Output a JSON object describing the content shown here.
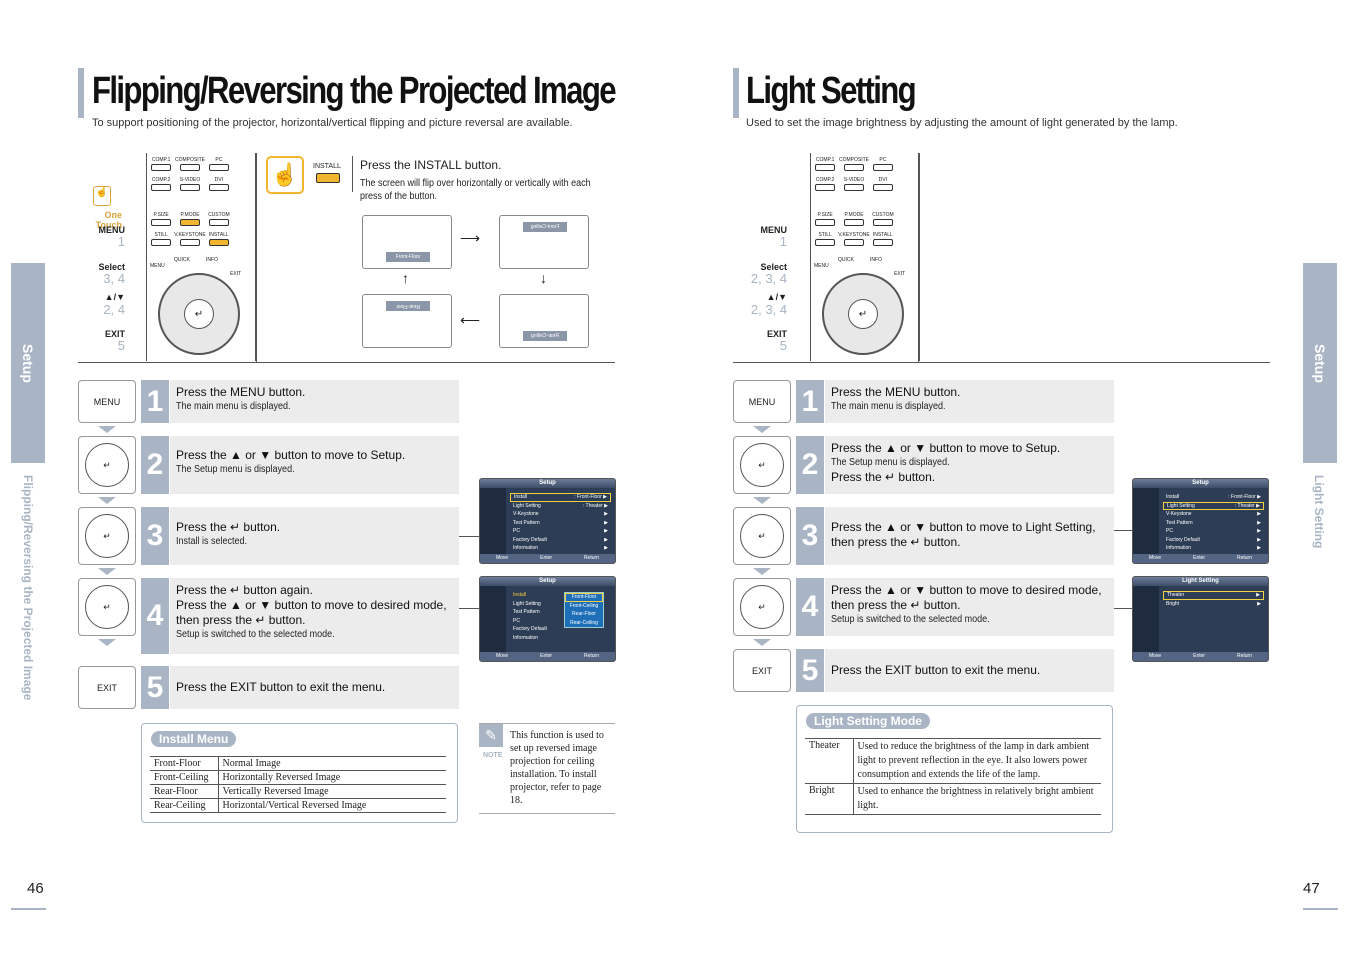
{
  "left": {
    "title": "Flipping/Reversing the Projected Image",
    "subtitle": "To support positioning of the projector, horizontal/vertical flipping and picture reversal are available.",
    "side_tab": "Setup",
    "side_vert": "Flipping/Reversing the Projected Image",
    "page_number": "46",
    "one_touch": "One Touch",
    "remote_labels": {
      "menu": "MENU",
      "menu_num": "1",
      "select": "Select",
      "select_num": "3, 4",
      "updown": "▲/▼",
      "updown_num": "2, 4",
      "exit": "EXIT",
      "exit_num": "5"
    },
    "install_box": {
      "button_label": "INSTALL",
      "main": "Press the INSTALL button.",
      "sub": "The screen will flip over horizontally or vertically with each press of the button.",
      "screens": [
        "Front-Floor",
        "Front-Ceiling",
        "Rear-Floor",
        "Rear-Ceiling"
      ]
    },
    "steps": [
      {
        "num": "1",
        "icon": "MENU",
        "main": "Press the MENU button.",
        "sub": "The main menu is displayed."
      },
      {
        "num": "2",
        "icon": "",
        "main": "Press the ▲ or ▼ button to move to Setup.",
        "sub": "The Setup menu is displayed."
      },
      {
        "num": "3",
        "icon": "",
        "main": "Press the ↵ button.",
        "sub": "Install is selected."
      },
      {
        "num": "4",
        "icon": "",
        "main": "Press the ↵ button again.",
        "main2": "Press the ▲ or ▼ button to move to desired mode, then press the ↵ button.",
        "sub": "Setup is switched to the selected mode."
      },
      {
        "num": "5",
        "icon": "EXIT",
        "main": "Press the EXIT button to exit the menu.",
        "sub": ""
      }
    ],
    "osd1": {
      "title": "Setup",
      "rows": [
        {
          "k": "Install",
          "v": ": Front-Floor ▶"
        },
        {
          "k": "Light Setting",
          "v": ": Theater ▶"
        },
        {
          "k": "V-Keystone",
          "v": "▶"
        },
        {
          "k": "Test Pattern",
          "v": "▶"
        },
        {
          "k": "PC",
          "v": "▶"
        },
        {
          "k": "Factory Default",
          "v": "▶"
        },
        {
          "k": "Information",
          "v": "▶"
        }
      ],
      "foot": [
        "Move",
        "Enter",
        "Return"
      ]
    },
    "osd2": {
      "title": "Setup",
      "rows": [
        "Install",
        "Light Setting",
        "Test Pattern",
        "PC",
        "Factory Default",
        "Information"
      ],
      "options": [
        "Front-Floor",
        "Front-Ceiling",
        "Rear-Floor",
        "Rear-Ceiling"
      ],
      "foot": [
        "Move",
        "Enter",
        "Return"
      ]
    },
    "table": {
      "tag": "Install Menu",
      "rows": [
        {
          "k": "Front-Floor",
          "v": "Normal Image"
        },
        {
          "k": "Front-Ceiling",
          "v": "Horizontally Reversed Image"
        },
        {
          "k": "Rear-Floor",
          "v": "Vertically Reversed Image"
        },
        {
          "k": "Rear-Ceiling",
          "v": "Horizontal/Vertical Reversed Image"
        }
      ]
    },
    "note_label": "NOTE",
    "note": "This function is used to set up reversed image projection for ceiling installation. To install projector, refer to page 18."
  },
  "right": {
    "title": "Light Setting",
    "subtitle": "Used to set the image brightness by adjusting the amount of light generated by the lamp.",
    "side_tab": "Setup",
    "side_vert": "Light Setting",
    "page_number": "47",
    "remote_labels": {
      "menu": "MENU",
      "menu_num": "1",
      "select": "Select",
      "select_num": "2, 3, 4",
      "updown": "▲/▼",
      "updown_num": "2, 3, 4",
      "exit": "EXIT",
      "exit_num": "5"
    },
    "steps": [
      {
        "num": "1",
        "icon": "MENU",
        "main": "Press the MENU button.",
        "sub": "The main menu is displayed."
      },
      {
        "num": "2",
        "icon": "",
        "main": "Press the ▲ or ▼ button to move to Setup.",
        "sub": "The Setup menu is displayed.",
        "main2": "Press the ↵ button."
      },
      {
        "num": "3",
        "icon": "",
        "main": "Press the ▲ or ▼ button to move to Light Setting, then press the ↵ button.",
        "sub": ""
      },
      {
        "num": "4",
        "icon": "",
        "main": "Press the ▲ or ▼ button to move to desired mode, then press the ↵ button.",
        "sub": "Setup is switched to the selected mode."
      },
      {
        "num": "5",
        "icon": "EXIT",
        "main": "Press the EXIT button to exit the menu.",
        "sub": ""
      }
    ],
    "osd1": {
      "title": "Setup",
      "rows": [
        {
          "k": "Install",
          "v": ": Front-Floor ▶"
        },
        {
          "k": "Light Setting",
          "v": ": Theater ▶"
        },
        {
          "k": "V-Keystone",
          "v": "▶"
        },
        {
          "k": "Test Pattern",
          "v": "▶"
        },
        {
          "k": "PC",
          "v": "▶"
        },
        {
          "k": "Factory Default",
          "v": "▶"
        },
        {
          "k": "Information",
          "v": "▶"
        }
      ],
      "foot": [
        "Move",
        "Enter",
        "Return"
      ]
    },
    "osd2": {
      "title": "Light Setting",
      "rows": [
        {
          "k": "Theater",
          "v": "▶"
        },
        {
          "k": "Bright",
          "v": "▶"
        }
      ],
      "foot": [
        "Move",
        "Enter",
        "Return"
      ]
    },
    "table": {
      "tag": "Light Setting Mode",
      "rows": [
        {
          "k": "Theater",
          "v": "Used to reduce the brightness of the lamp in dark ambient light to prevent reflection in the eye. It also lowers power consumption and extends the life of the lamp."
        },
        {
          "k": "Bright",
          "v": "Used to enhance the brightness in relatively bright ambient light."
        }
      ]
    }
  },
  "remote_keys": [
    {
      "label": "COMP.1"
    },
    {
      "label": "COMPOSITE"
    },
    {
      "label": "PC"
    },
    {
      "label": "COMP.2"
    },
    {
      "label": "S-VIDEO"
    },
    {
      "label": "DVI"
    },
    {
      "label": "P.SIZE"
    },
    {
      "label": "P.MODE"
    },
    {
      "label": "CUSTOM"
    },
    {
      "label": "STILL"
    },
    {
      "label": "V.KEYSTONE"
    },
    {
      "label": "INSTALL"
    }
  ],
  "remote_keys2": {
    "menu": "MENU",
    "quick": "QUICK",
    "info": "INFO",
    "exit": "EXIT"
  },
  "colors": {
    "accent": "#a9b5c4",
    "osd_bg": "#2d3d55",
    "highlight": "#f2b52f"
  }
}
